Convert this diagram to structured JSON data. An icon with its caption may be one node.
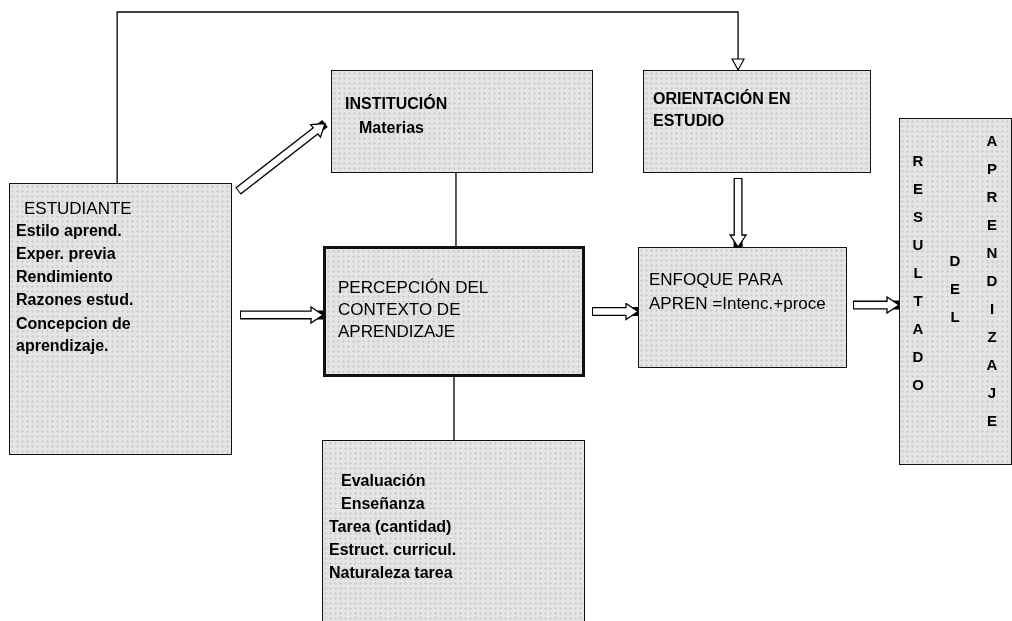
{
  "diagram": {
    "nodes": [
      {
        "text": [
          "ESTUDIANTE",
          "Estilo aprend.",
          "Exper. previa",
          "Rendimiento",
          "Razones estud.",
          "Concepcion de aprendizaje."
        ]
      },
      {
        "text": [
          "INSTITUCIÓN",
          "Materias"
        ]
      },
      {
        "text": [
          "ORIENTACIÓN EN ESTUDIO"
        ]
      },
      {
        "text": [
          "PERCEPCIÓN DEL CONTEXTO DE APRENDIZAJE"
        ]
      },
      {
        "text": [
          "ENFOQUE PARA APREN =Intenc.+proce"
        ]
      },
      {
        "text": [
          "RESULTADO",
          "DEL",
          "APRENDIZAJE"
        ]
      },
      {
        "text": [
          "Evaluación",
          "Enseñanza",
          "Tarea (cantidad)",
          "Estruct. curricul.",
          "Naturaleza tarea"
        ]
      }
    ],
    "edges": [
      {
        "from": 0,
        "to": 2,
        "arrow": "to"
      },
      {
        "from": 0,
        "to": 1,
        "arrow": "to"
      },
      {
        "from": 1,
        "to": 3,
        "arrow": "none"
      },
      {
        "from": 0,
        "to": 3,
        "arrow": "to"
      },
      {
        "from": 2,
        "to": 4,
        "arrow": "to"
      },
      {
        "from": 3,
        "to": 4,
        "arrow": "to"
      },
      {
        "from": 4,
        "to": 5,
        "arrow": "to"
      },
      {
        "from": 3,
        "to": 6,
        "arrow": "none"
      }
    ]
  }
}
